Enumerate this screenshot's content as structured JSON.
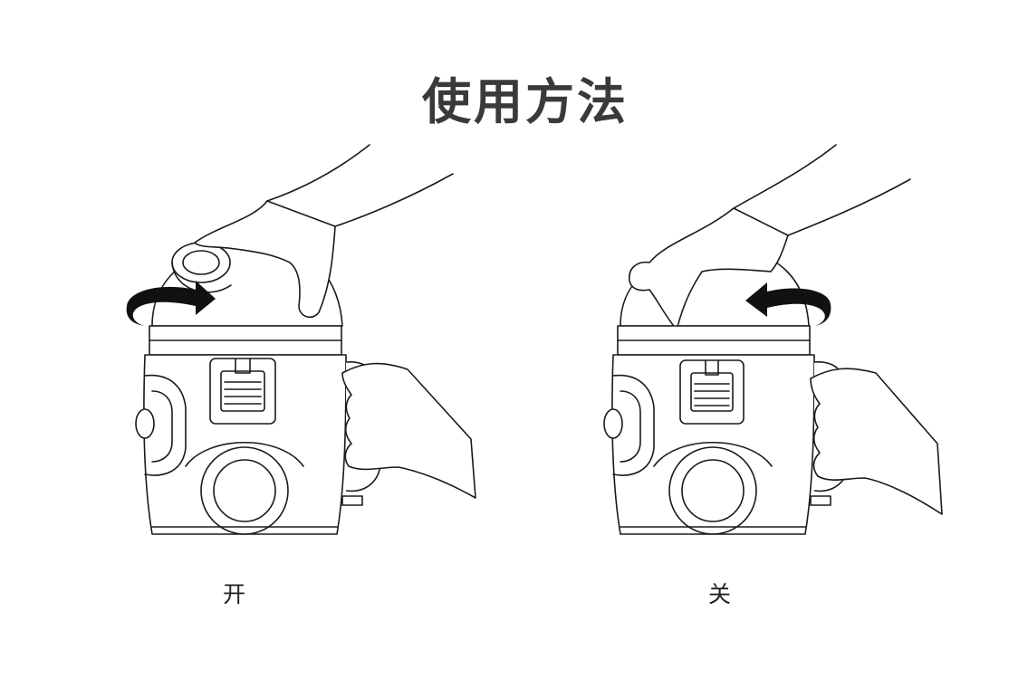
{
  "title": "使用方法",
  "steps": [
    {
      "id": "open",
      "label": "开",
      "rotation": "clockwise"
    },
    {
      "id": "close",
      "label": "关",
      "rotation": "counterclockwise"
    }
  ],
  "colors": {
    "line": "#1a1a1a",
    "title": "#3a3a3a",
    "background": "#ffffff"
  }
}
